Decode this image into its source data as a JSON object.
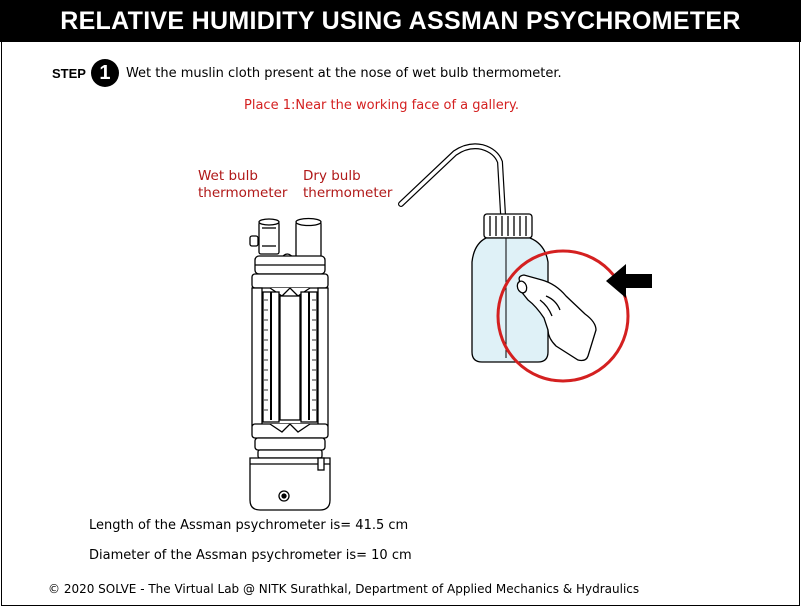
{
  "header": {
    "title": "RELATIVE HUMIDITY USING ASSMAN PSYCHROMETER"
  },
  "step": {
    "label": "STEP",
    "number": "1",
    "instruction": "Wet the muslin cloth present at the nose of wet bulb thermometer."
  },
  "place": "Place 1:Near the working face of a gallery.",
  "labels": {
    "wet_line1": "Wet bulb",
    "wet_line2": "thermometer",
    "dry_line1": "Dry bulb",
    "dry_line2": "thermometer"
  },
  "info": {
    "length": "Length of the Assman psychrometer is= 41.5 cm",
    "diameter": "Diameter of the Assman psychrometer is= 10 cm"
  },
  "footer": "© 2020 SOLVE - The Virtual Lab @ NITK Surathkal, Department of Applied Mechanics & Hydraulics",
  "colors": {
    "label_red": "#b01818",
    "highlight_circle": "#d42020",
    "water": "#dff1f7"
  },
  "icons": {
    "arrow": "left-pointing-arrow-icon",
    "hand": "hand-squeezing-icon"
  }
}
